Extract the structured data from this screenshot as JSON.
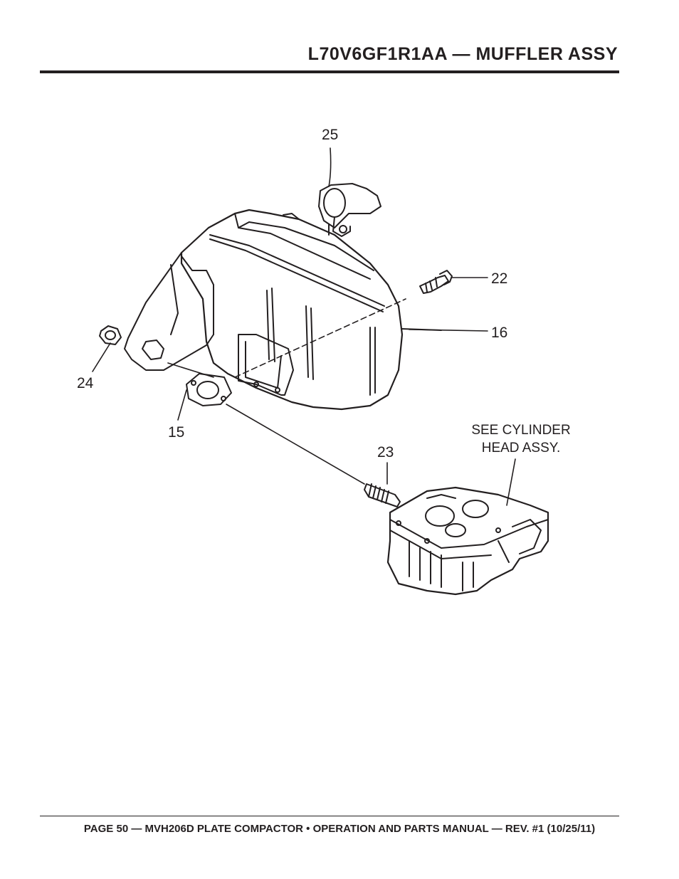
{
  "header": {
    "title": "L70V6GF1R1AA — MUFFLER ASSY"
  },
  "diagram": {
    "callouts": {
      "p25": "25",
      "p22": "22",
      "p16": "16",
      "p24": "24",
      "p15": "15",
      "p23": "23"
    },
    "note_line1": "SEE CYLINDER",
    "note_line2": "HEAD ASSY."
  },
  "footer": {
    "text": "PAGE 50 — MVH206D PLATE COMPACTOR • OPERATION AND PARTS MANUAL — REV. #1 (10/25/11)"
  }
}
